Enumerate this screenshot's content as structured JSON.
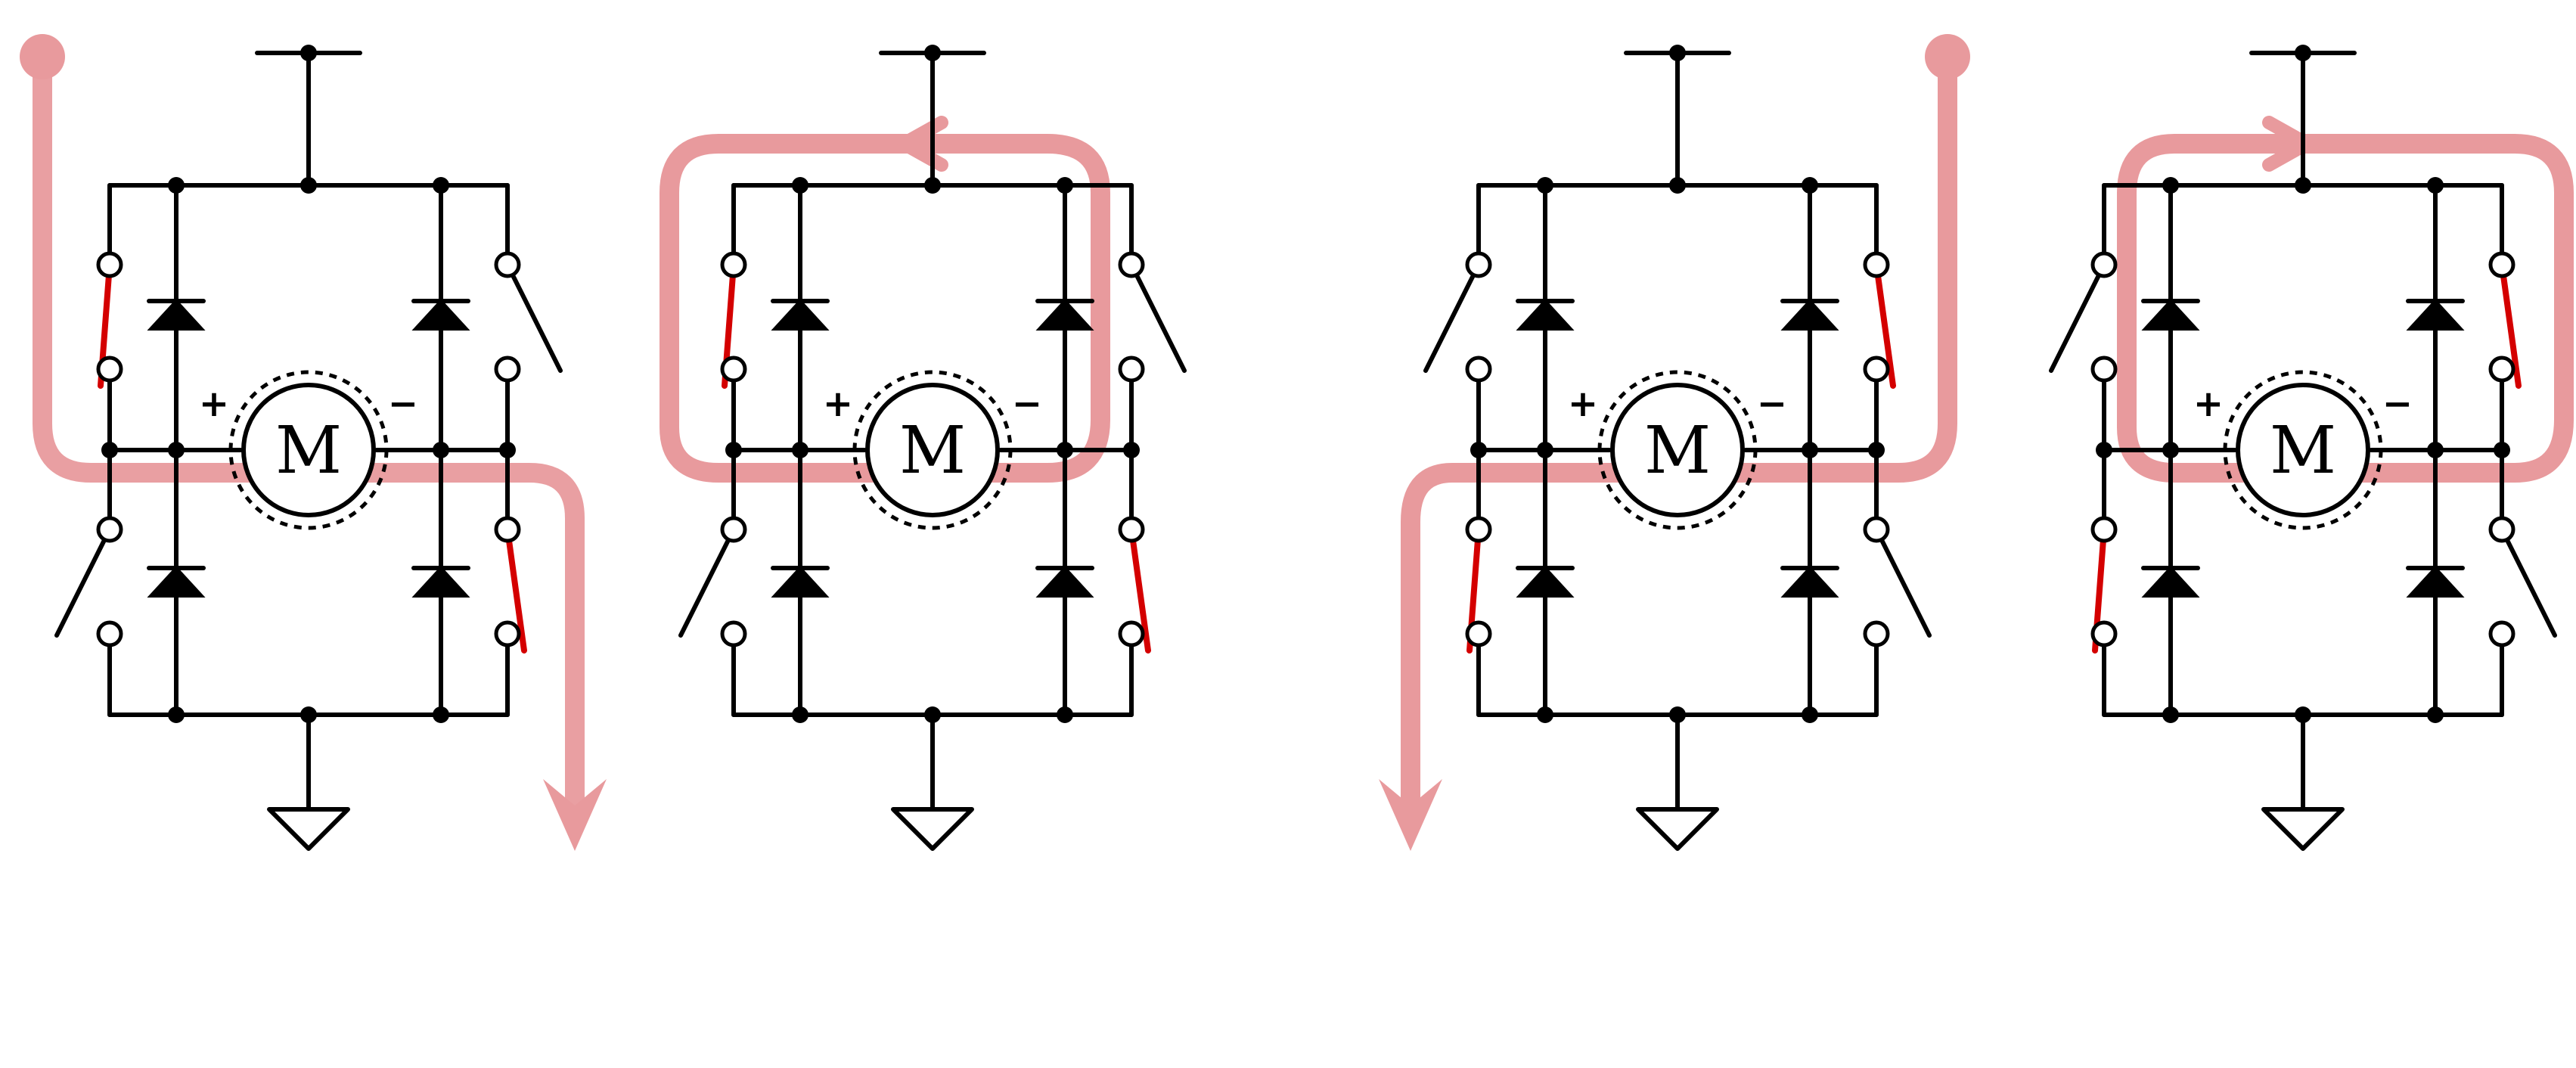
{
  "colors": {
    "current_path": "#e89a9d",
    "active_switch": "#d40000",
    "wire": "#000000"
  },
  "circuits": [
    {
      "motor_label": "M",
      "plus": "+",
      "minus": "−",
      "closed": [
        "TL",
        "BR"
      ],
      "flow_shape": "outside-in-out"
    },
    {
      "motor_label": "M",
      "plus": "+",
      "minus": "−",
      "closed": [
        "TL",
        "BR"
      ],
      "flow_shape": "loop-ccw"
    },
    {
      "motor_label": "M",
      "plus": "+",
      "minus": "−",
      "closed": [
        "TR",
        "BL"
      ],
      "flow_shape": "outside-in-out"
    },
    {
      "motor_label": "M",
      "plus": "+",
      "minus": "−",
      "closed": [
        "TR",
        "BL"
      ],
      "flow_shape": "loop-cw"
    }
  ]
}
